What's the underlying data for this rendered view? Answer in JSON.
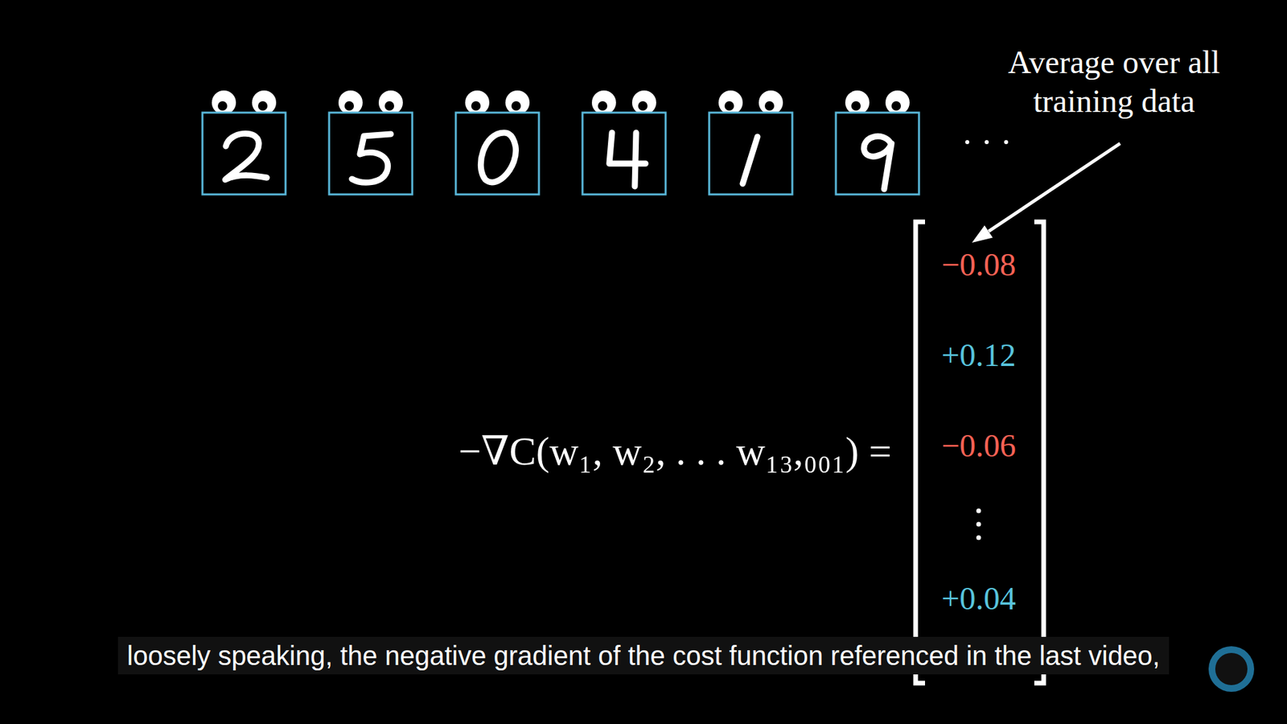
{
  "diagram": {
    "labels": [
      "Average over all training data",
      "−∇C(w₁, w₂, . . . w₁₃,₀₀₁) =",
      "−0.08",
      "+0.12",
      "−0.06",
      "+0.04",
      "loosely speaking, the negative gradient of the cost function referenced in the last video,"
    ]
  }
}
